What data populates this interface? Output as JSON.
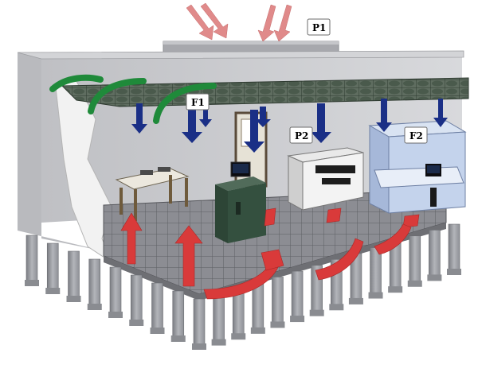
{
  "labels": {
    "p1": "P1",
    "f1": "F1",
    "p2": "P2",
    "f2": "F2"
  },
  "colors": {
    "supply_arrow": "#1a2f86",
    "return_arrow": "#d93a3a",
    "external_arrow": "#e08a8a",
    "diffuser": "#1f8a3a",
    "floor": "#8a8a90",
    "wall": "#c9c9cd",
    "pedestal": "#9ea0a6",
    "cabinet_green": "#34503f",
    "enclosure_blue": "#b7c8e6"
  }
}
